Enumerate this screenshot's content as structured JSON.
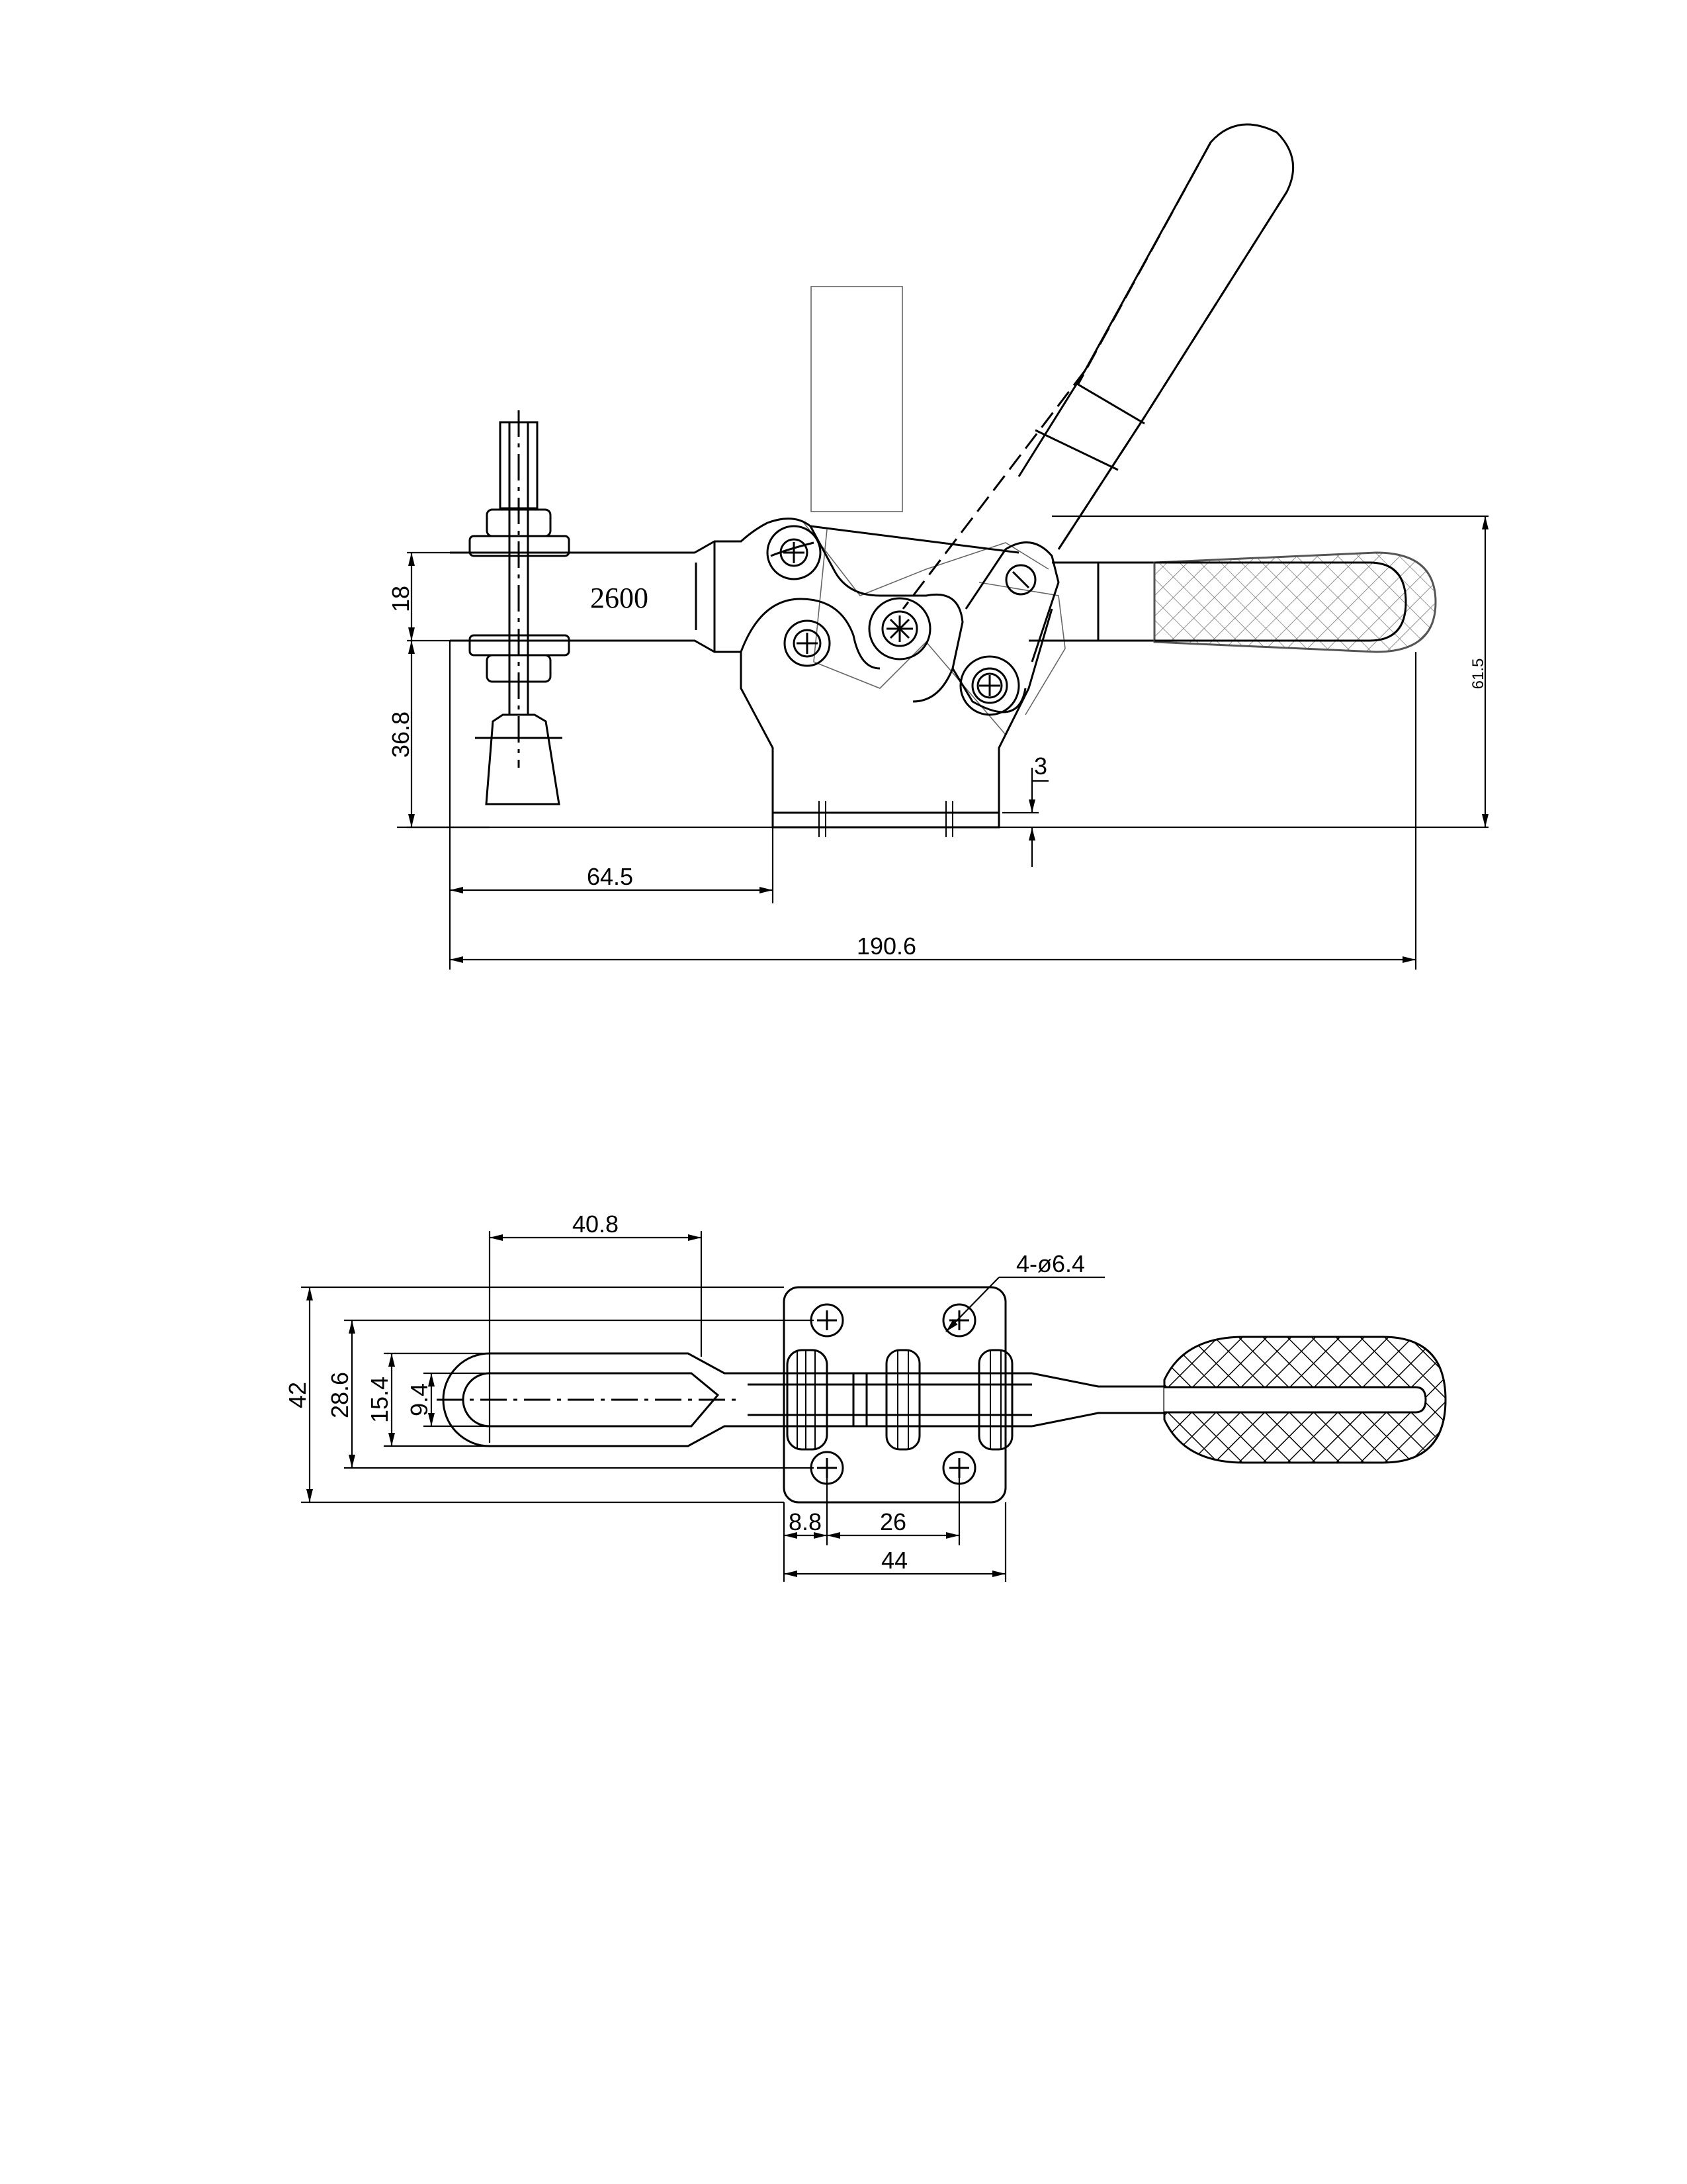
{
  "drawing": {
    "part_marking": "2600"
  },
  "side_view": {
    "dimensions": {
      "clamp_arm_thickness": "18",
      "spindle_height": "36.8",
      "base_thickness": "3",
      "total_height": "61.5",
      "spindle_to_base": "64.5",
      "overall_length": "190.6"
    }
  },
  "top_view": {
    "dimensions": {
      "slot_length": "40.8",
      "hole_note": "4-ø6.4",
      "base_width": "42",
      "hole_spacing_width": "28.6",
      "arm_width": "15.4",
      "slot_width": "9.4",
      "edge_to_hole": "8.8",
      "hole_spacing_length": "26",
      "base_length": "44"
    }
  }
}
